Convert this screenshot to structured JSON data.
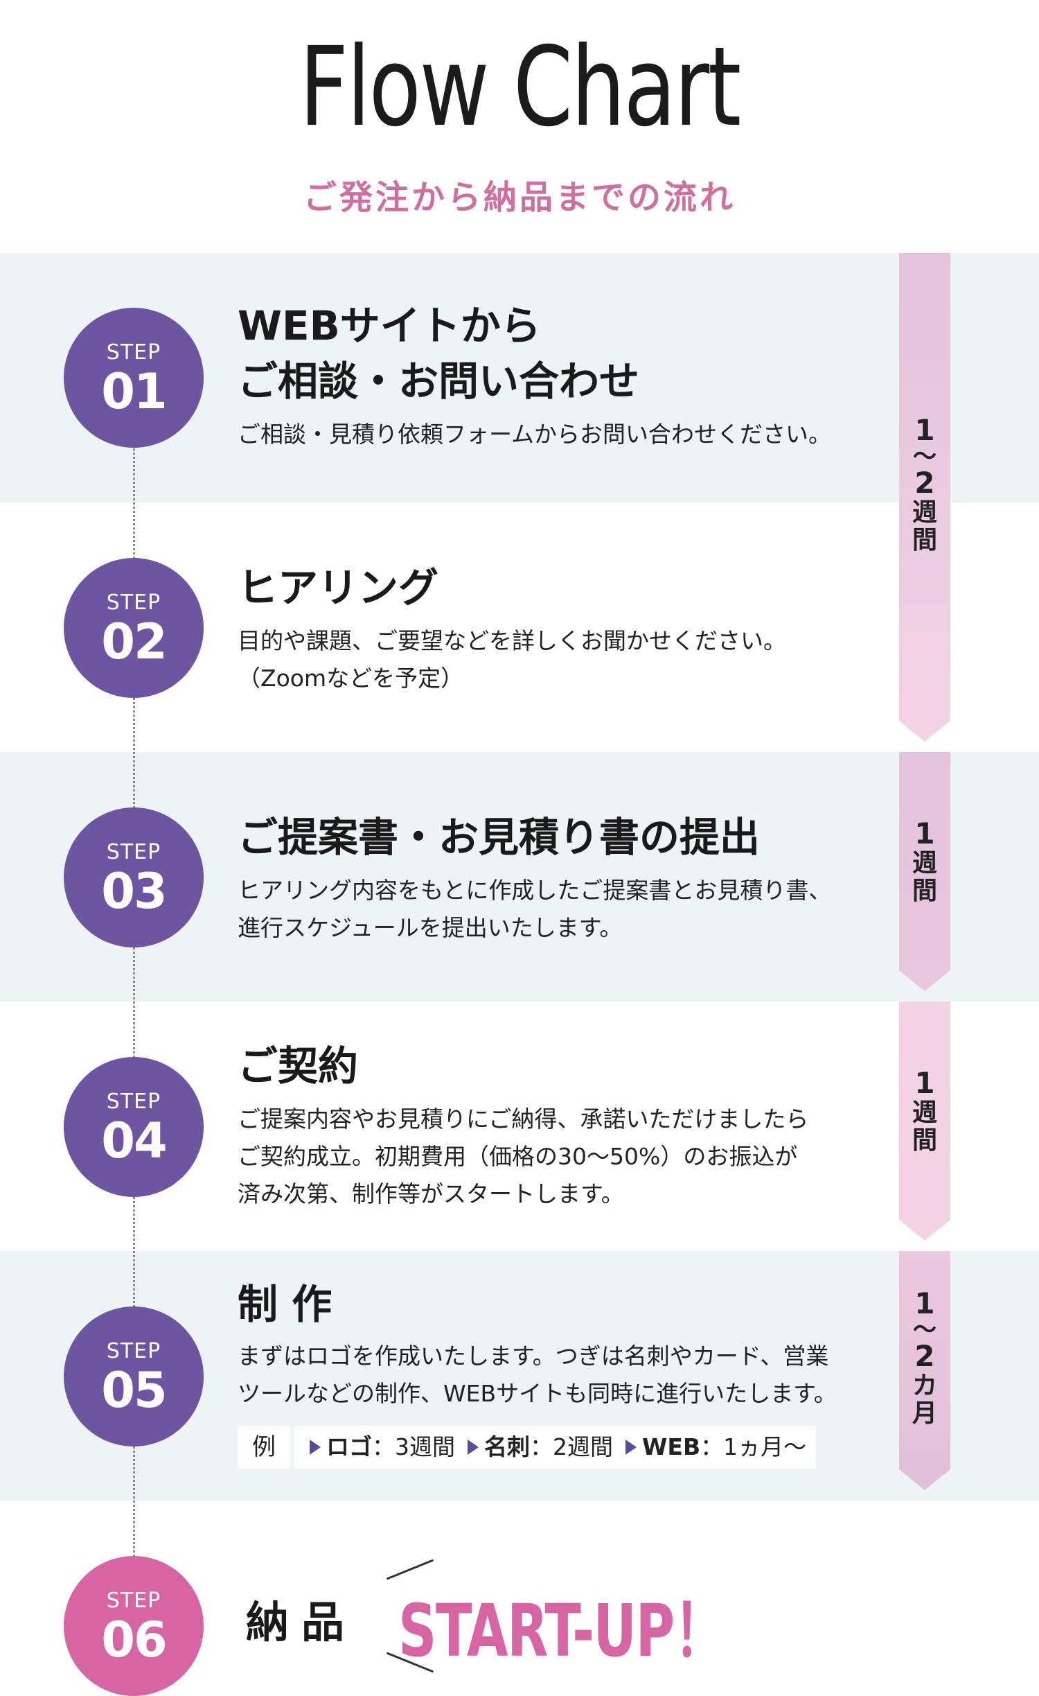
{
  "header": {
    "title": "Flow Chart",
    "subtitle": "ご発注から納品までの流れ"
  },
  "steps": [
    {
      "label": "STEP",
      "number": "01",
      "title": "WEBサイトから\nご相談・お問い合わせ",
      "description": "ご相談・見積り依頼フォームからお問い合わせください。"
    },
    {
      "label": "STEP",
      "number": "02",
      "title": "ヒアリング",
      "description": "目的や課題、ご要望などを詳しくお聞かせください。\n（Zoomなどを予定）"
    },
    {
      "label": "STEP",
      "number": "03",
      "title": "ご提案書・お見積り書の提出",
      "description": "ヒアリング内容をもとに作成したご提案書とお見積り書、\n進行スケジュールを提出いたします。"
    },
    {
      "label": "STEP",
      "number": "04",
      "title": "ご契約",
      "description": "ご提案内容やお見積りにご納得、承諾いただけましたら\nご契約成立。初期費用（価格の30〜50%）のお振込が\n済み次第、制作等がスタートします。"
    },
    {
      "label": "STEP",
      "number": "05",
      "title": "制 作",
      "description": "まずはロゴを作成いたします。つぎは名刺やカード、営業\nツールなどの制作、WEBサイトも同時に進行いたします。",
      "example": {
        "label": "例",
        "items": [
          {
            "name": "ロゴ",
            "value": "：3週間"
          },
          {
            "name": "名刺",
            "value": "：2週間"
          },
          {
            "name": "WEB",
            "value": "：1ヵ月〜"
          }
        ]
      }
    },
    {
      "label": "STEP",
      "number": "06",
      "title": "納品",
      "tagline": "START-UP！"
    }
  ],
  "durations": [
    {
      "start": "1",
      "sep": "〜",
      "end": "2",
      "unit_1": "週",
      "unit_2": "間"
    },
    {
      "start": "1",
      "unit_1": "週",
      "unit_2": "間"
    },
    {
      "start": "1",
      "unit_1": "週",
      "unit_2": "間"
    },
    {
      "start": "1",
      "sep": "〜",
      "end": "2",
      "unit_1": "カ",
      "unit_2": "月"
    }
  ],
  "colors": {
    "step_circle": "#6e55a1",
    "final_circle": "#d765a3",
    "accent_pink": "#cf6f9f",
    "band_tint": "#eef3f5",
    "duration_arrow_top": "#e3c3dc",
    "duration_arrow_bottom": "#f3d3e4"
  }
}
